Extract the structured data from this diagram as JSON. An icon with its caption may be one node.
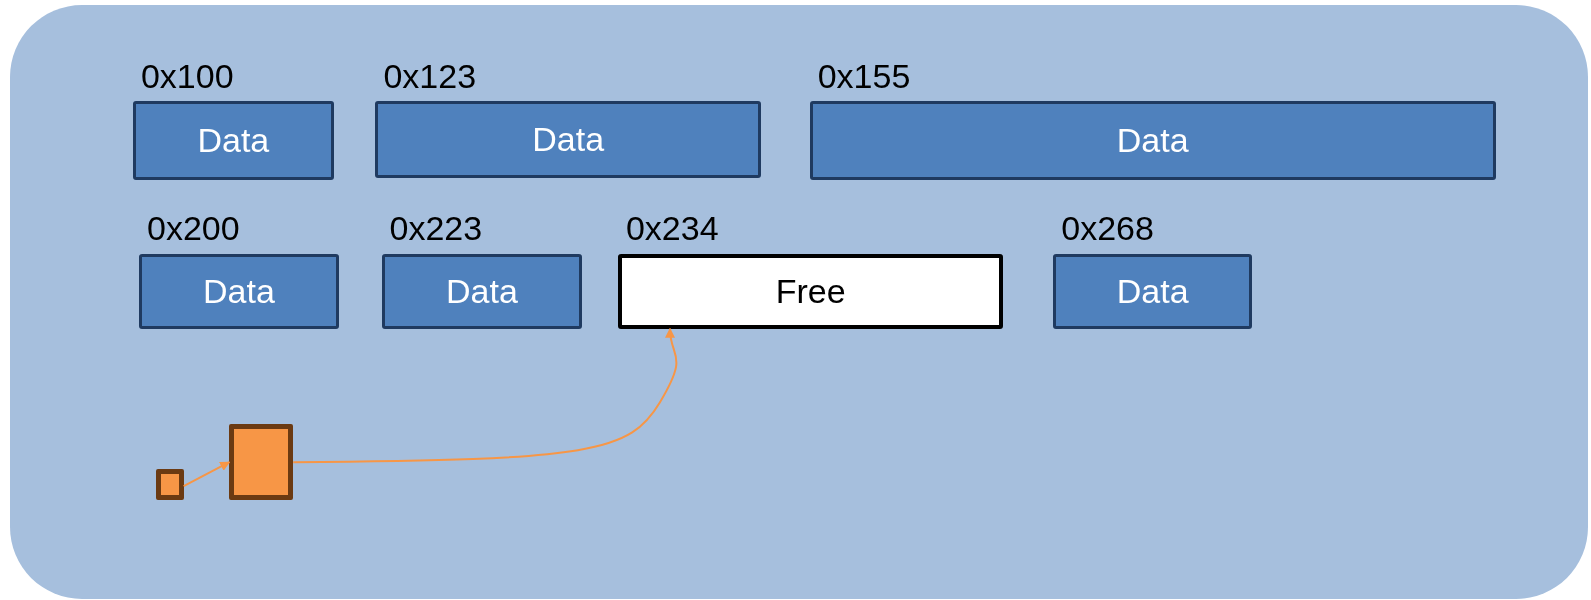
{
  "diagram": {
    "nodes": [
      {
        "text": [],
        "shape": "box"
      },
      {
        "text": [
          "0x100",
          "Data"
        ],
        "in": 0
      },
      {
        "text": [
          "0x123",
          "Data"
        ],
        "in": 0
      },
      {
        "text": [
          "0x155",
          "Data"
        ],
        "in": 0
      },
      {
        "text": [
          "0x200",
          "Data"
        ],
        "in": 0
      },
      {
        "text": [
          "0x223",
          "Data"
        ],
        "in": 0
      },
      {
        "text": [
          "0x234",
          "Free"
        ],
        "in": 0
      },
      {
        "text": [
          "0x268",
          "Data"
        ],
        "in": 0
      },
      {
        "text": [],
        "shape": "box",
        "in": 0
      },
      {
        "text": [],
        "shape": "box",
        "in": 0
      }
    ],
    "edges": [
      {
        "from": 8,
        "to": 9,
        "arrow": "to"
      },
      {
        "from": 9,
        "to": 6,
        "arrow": "to"
      }
    ]
  }
}
